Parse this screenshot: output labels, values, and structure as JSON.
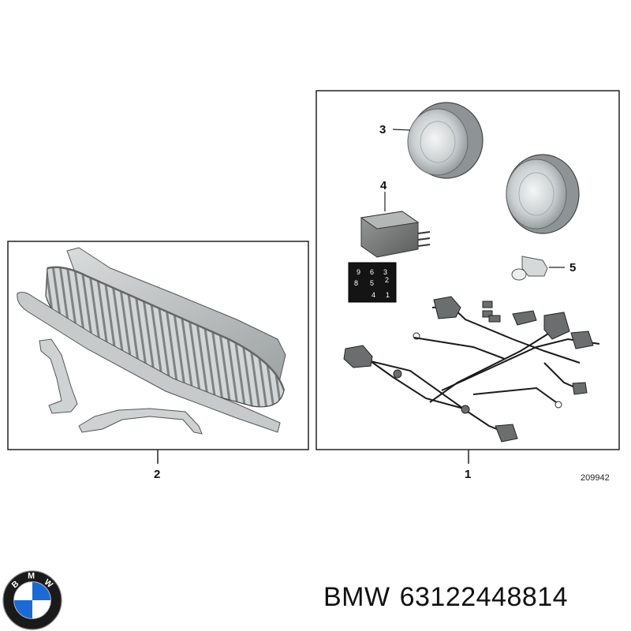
{
  "callouts": {
    "item1": "1",
    "item2": "2",
    "item3": "3",
    "item4": "4",
    "item5": "5"
  },
  "relay_pins": [
    "9",
    "6",
    "3",
    "8",
    "5",
    "2",
    "4",
    "1"
  ],
  "diagram_ref": "209942",
  "caption": {
    "brand": "BMW",
    "part_number": "63122448814"
  },
  "logo": {
    "letters": [
      "B",
      "M",
      "W"
    ],
    "colors": {
      "blue": "#1c69d4",
      "ring": "#1a1a1a",
      "white": "#ffffff"
    }
  }
}
